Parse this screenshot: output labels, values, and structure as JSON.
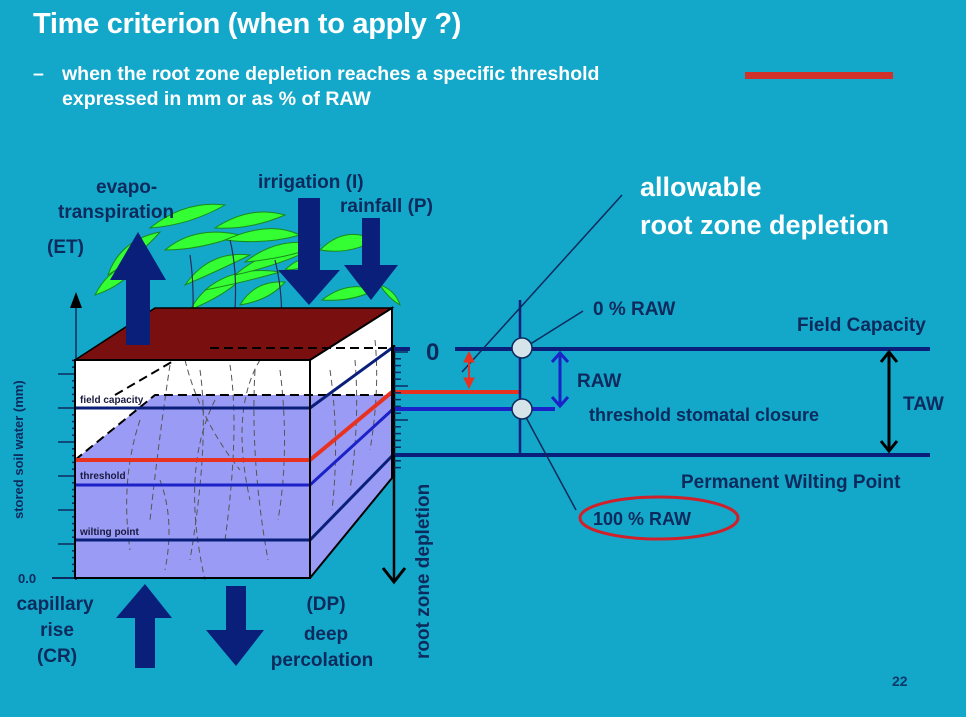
{
  "slide": {
    "title": "Time criterion (when to apply ?)",
    "bullet_marker": "–",
    "bullet_line1": "when the root zone depletion reaches a specific threshold",
    "bullet_line2": "expressed in mm or as % of RAW",
    "page_number": "22"
  },
  "colors": {
    "background": "#13a7ca",
    "threshold_red": "#e8321f",
    "navy": "#0a1f7a",
    "soil_top": "#7a0f0f",
    "soil_water": "#9a9bf5",
    "leaf_green": "#33ff33",
    "circle_red": "#d0202a"
  },
  "block_diagram": {
    "et_label_1": "evapo-",
    "et_label_2": "transpiration",
    "et_label_3": "(ET)",
    "irrigation_label": "irrigation (I)",
    "rainfall_label": "rainfall (P)",
    "y_axis_label": "stored soil water (mm)",
    "y_axis_zero": "0.0",
    "layer_field_capacity": "field capacity",
    "layer_threshold": "threshold",
    "layer_wilting_point": "wilting point",
    "cr_label_1": "capillary",
    "cr_label_2": "rise",
    "cr_label_3": "(CR)",
    "dp_label_1": "(DP)",
    "dp_label_2": "deep",
    "dp_label_3": "percolation",
    "depletion_axis_label": "root zone depletion",
    "depletion_zero": "0"
  },
  "water_balance": {
    "allowable_label_1": "allowable",
    "allowable_label_2": "root zone depletion",
    "zero_raw": "0 % RAW",
    "hundred_raw": "100 % RAW",
    "raw_label": "RAW",
    "taw_label": "TAW",
    "field_capacity": "Field Capacity",
    "threshold_stomatal": "threshold stomatal closure",
    "pwp": "Permanent Wilting Point"
  }
}
